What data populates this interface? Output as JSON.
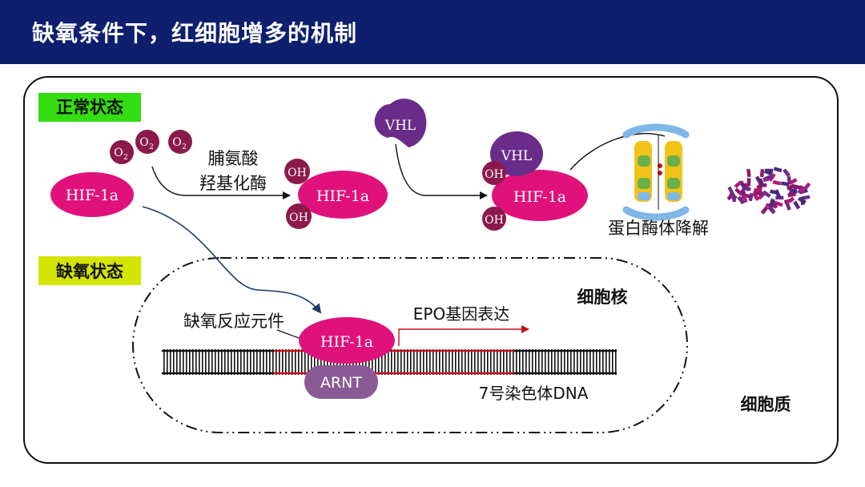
{
  "page_title": "缺氧条件下，红细胞增多的机制",
  "tags": {
    "normal": "正常状态",
    "hypoxia": "缺氧状态"
  },
  "molecules": {
    "hif": "HIF-1a",
    "vhl": "VHL",
    "oh": "OH",
    "o2_base": "O",
    "o2_sub": "2",
    "arnt": "ARNT"
  },
  "labels": {
    "enzyme_line1": "脯氨酸",
    "enzyme_line2": "羟基化酶",
    "proteasome": "蛋白酶体降解",
    "nucleus": "细胞核",
    "cytoplasm": "细胞质",
    "hre": "缺氧反应元件",
    "epo": "EPO基因表达",
    "dna": "7号染色体DNA"
  },
  "colors": {
    "header": "#0e1f6e",
    "normal_tag": "#33dd11",
    "hypoxia_tag": "#d4e600",
    "hif": "#e0117a",
    "o2": "#8b1a4a",
    "vhl": "#6a2c8a",
    "arnt": "#8a5a94",
    "dna_red": "#c0101a"
  }
}
